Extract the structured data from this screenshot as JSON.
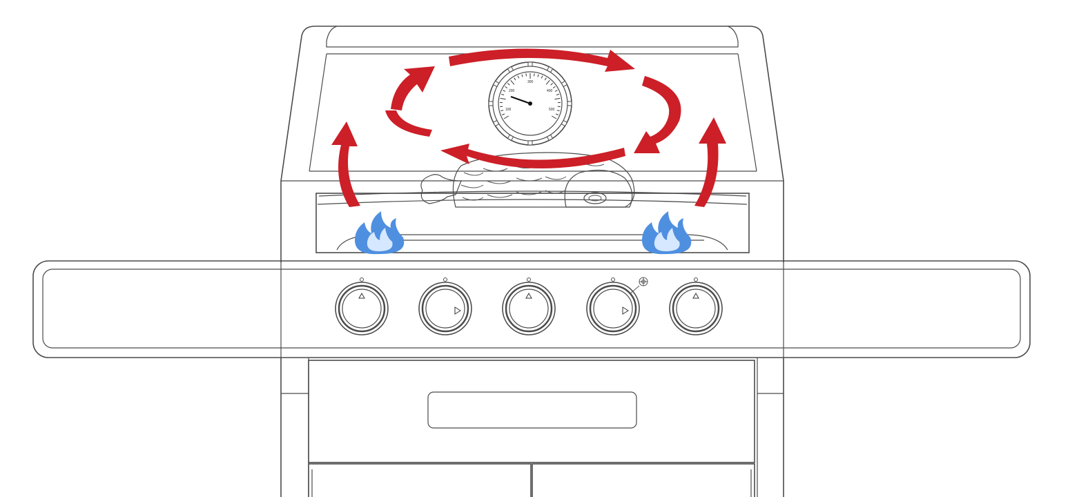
{
  "figure": {
    "description_icons": [
      "grill-outline",
      "temperature-gauge",
      "heat-circulation-arrows",
      "burner-flame",
      "control-knob",
      "ignition-icon"
    ]
  },
  "colors": {
    "line": "#4a4a4a",
    "arrow": "#cc1f27",
    "flame_outer": "#4f8fe0",
    "flame_inner": "#d6e8ff",
    "background": "#ffffff"
  },
  "knobs": [
    {
      "id": "knob-1",
      "indicator": "up"
    },
    {
      "id": "knob-2",
      "indicator": "right"
    },
    {
      "id": "knob-3",
      "indicator": "up"
    },
    {
      "id": "knob-4",
      "indicator": "right"
    },
    {
      "id": "knob-5",
      "indicator": "up"
    }
  ],
  "flames": [
    "left-burner",
    "right-burner"
  ]
}
